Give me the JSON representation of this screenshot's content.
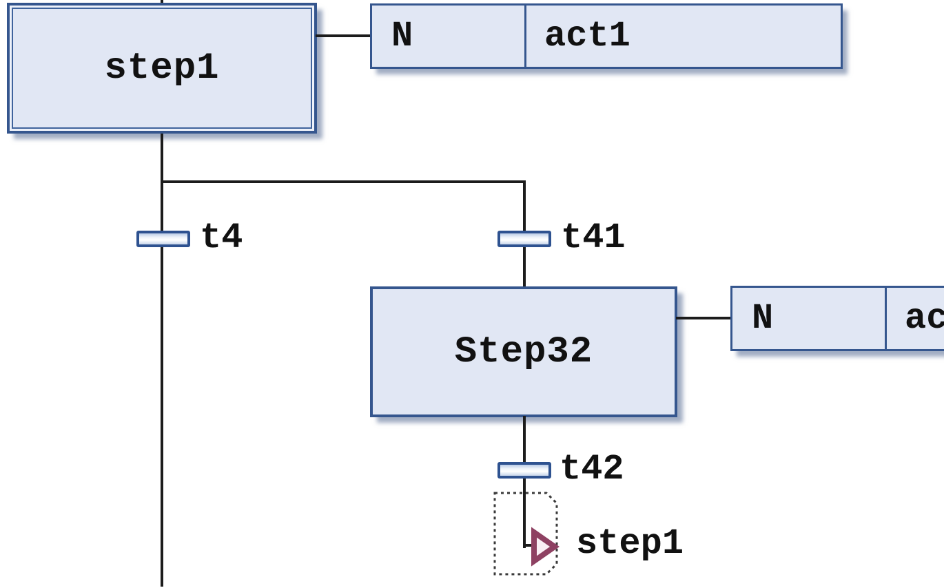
{
  "sfc": {
    "steps": [
      {
        "label": "step1",
        "type": "initial-step"
      },
      {
        "label": "Step32",
        "type": "step"
      }
    ],
    "action_blocks": [
      {
        "qualifier": "N",
        "action": "act1",
        "attached_to": "step1"
      },
      {
        "qualifier": "N",
        "action": "ac",
        "attached_to": "Step32",
        "clipped_at_right_edge": true
      }
    ],
    "transitions": [
      {
        "label": "t4"
      },
      {
        "label": "t41"
      },
      {
        "label": "t42"
      }
    ],
    "jump": {
      "label": "step1",
      "selected": true
    },
    "colors": {
      "box_fill": "#e1e7f4",
      "box_border": "#35568e",
      "transition_border": "#2e5290",
      "transition_fill": "#c7d5ea",
      "line": "#1c1c1c",
      "jump_arrow_stroke": "#8e4162",
      "jump_arrow_fill": "#f9eef4",
      "shadow": "rgba(104,122,158,0.62)",
      "marquee": "#3a3a3a"
    }
  }
}
